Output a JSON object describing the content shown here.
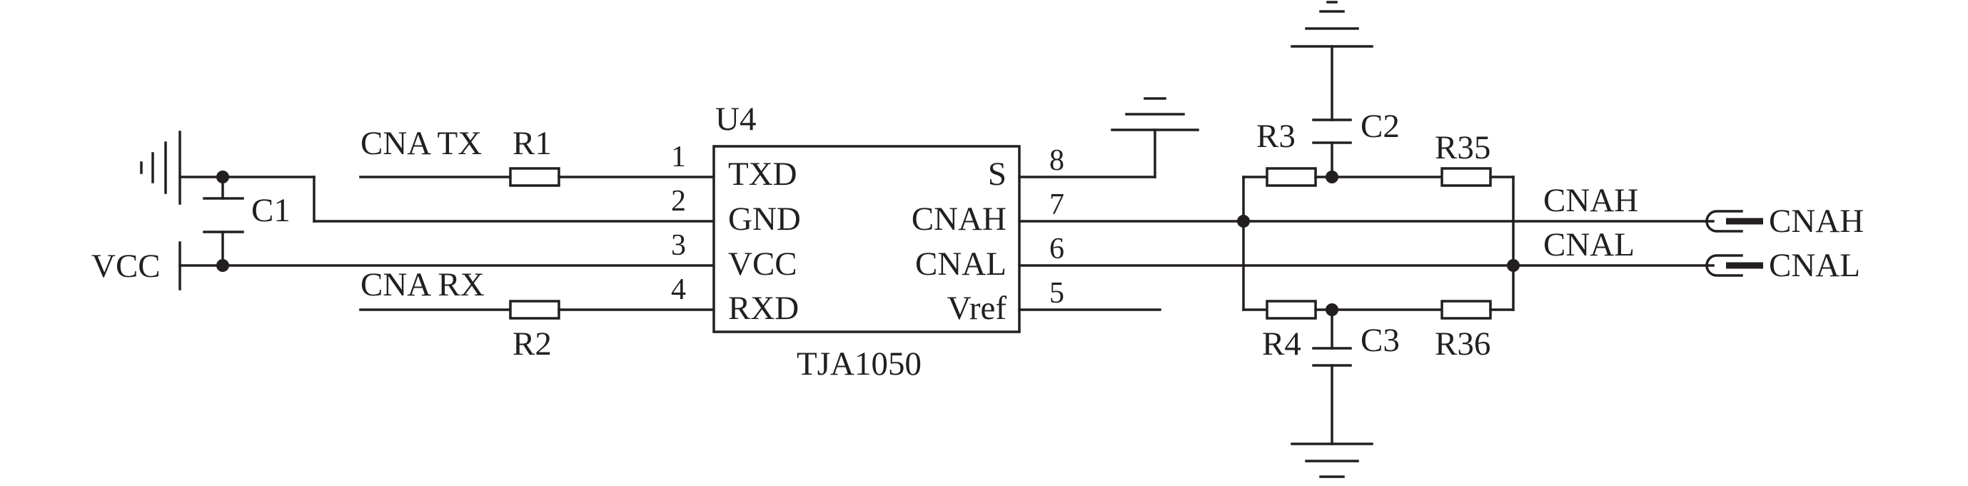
{
  "ic": {
    "ref": "U4",
    "part": "TJA1050",
    "left_pins": [
      {
        "number": "1",
        "name": "TXD"
      },
      {
        "number": "2",
        "name": "GND"
      },
      {
        "number": "3",
        "name": "VCC"
      },
      {
        "number": "4",
        "name": "RXD"
      }
    ],
    "right_pins": [
      {
        "number": "8",
        "name": "S"
      },
      {
        "number": "7",
        "name": "CNAH"
      },
      {
        "number": "6",
        "name": "CNAL"
      },
      {
        "number": "5",
        "name": "Vref"
      }
    ]
  },
  "nets": {
    "tx": "CNA TX",
    "rx": "CNA RX",
    "vcc": "VCC",
    "canh": "CNAH",
    "canl": "CNAL"
  },
  "connectors": {
    "canh": "CNAH",
    "canl": "CNAL"
  },
  "components": {
    "r1": "R1",
    "r2": "R2",
    "r3": "R3",
    "r4": "R4",
    "r35": "R35",
    "r36": "R36",
    "c1": "C1",
    "c2": "C2",
    "c3": "C3"
  },
  "colors": {
    "ink": "#231f20",
    "background": "#ffffff"
  }
}
